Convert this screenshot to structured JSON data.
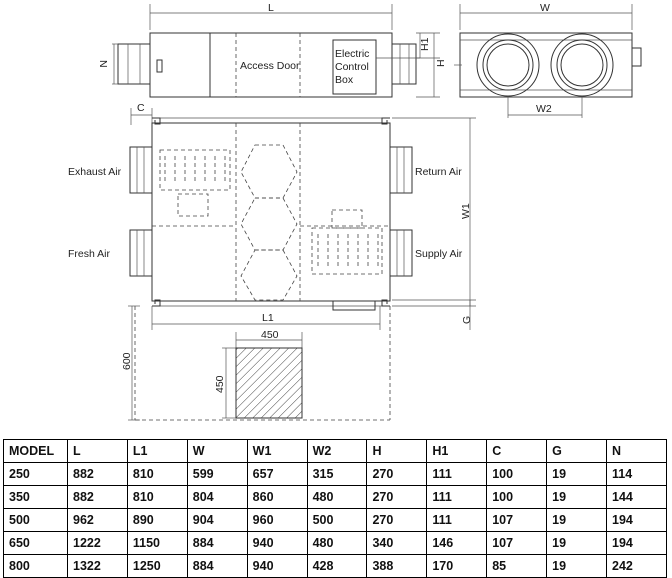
{
  "labels": {
    "top_length": "L",
    "top_width": "W",
    "access_door": "Access Door",
    "control_box_1": "Electric",
    "control_box_2": "Control",
    "control_box_3": "Box",
    "h1": "H1",
    "h": "H",
    "n": "N",
    "w2": "W2",
    "c": "C",
    "exhaust_air": "Exhaust Air",
    "return_air": "Return Air",
    "fresh_air": "Fresh Air",
    "supply_air": "Supply Air",
    "w1": "W1",
    "l1": "L1",
    "g": "G",
    "maint_width": "450",
    "maint_height": "450",
    "maint_depth": "600"
  },
  "table": {
    "headers": [
      "MODEL",
      "L",
      "L1",
      "W",
      "W1",
      "W2",
      "H",
      "H1",
      "C",
      "G",
      "N"
    ],
    "rows": [
      [
        "250",
        "882",
        "810",
        "599",
        "657",
        "315",
        "270",
        "111",
        "100",
        "19",
        "114"
      ],
      [
        "350",
        "882",
        "810",
        "804",
        "860",
        "480",
        "270",
        "111",
        "100",
        "19",
        "144"
      ],
      [
        "500",
        "962",
        "890",
        "904",
        "960",
        "500",
        "270",
        "111",
        "107",
        "19",
        "194"
      ],
      [
        "650",
        "1222",
        "1150",
        "884",
        "940",
        "480",
        "340",
        "146",
        "107",
        "19",
        "194"
      ],
      [
        "800",
        "1322",
        "1250",
        "884",
        "940",
        "428",
        "388",
        "170",
        "85",
        "19",
        "242"
      ]
    ]
  }
}
